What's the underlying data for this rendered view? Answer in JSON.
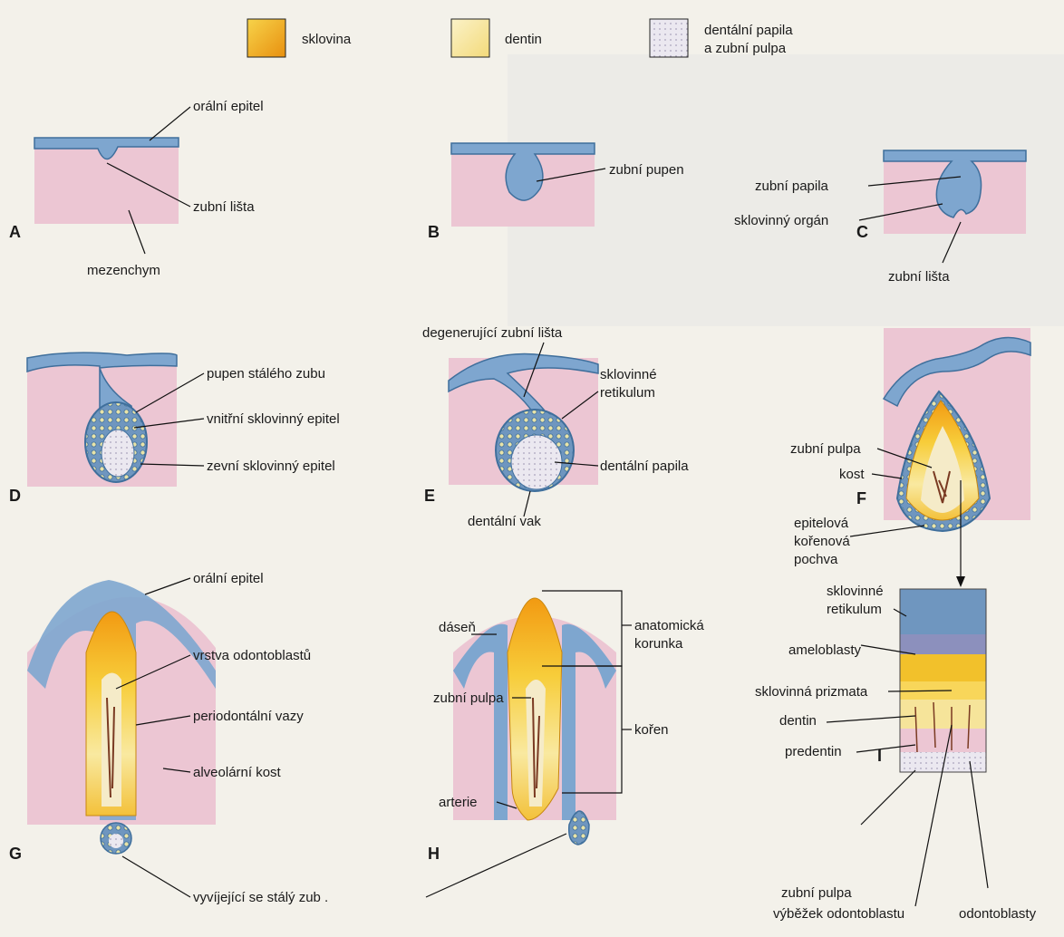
{
  "legend": {
    "enamel": "sklovina",
    "dentin": "dentin",
    "papilla_pulp_line1": "dentální papila",
    "papilla_pulp_line2": "a zubní pulpa"
  },
  "colors": {
    "epithelium": "#7ea6cf",
    "epithelium_dark": "#3f6f9c",
    "mesenchyme": "#ecc6d3",
    "enamel": "#f2b21c",
    "dentin": "#f7e6a2",
    "pulp": "#e9e6ee",
    "vessels": "#7a3a22",
    "background": "#f3f1ea"
  },
  "panels": {
    "A": {
      "letter": "A",
      "oral_epithelium": "orální epitel",
      "dental_lamina": "zubní lišta",
      "mesenchyme": "mezenchym"
    },
    "B": {
      "letter": "B",
      "tooth_bud": "zubní pupen"
    },
    "C": {
      "letter": "C",
      "dental_papilla": "zubní papila",
      "enamel_organ": "sklovinný orgán",
      "dental_lamina": "zubní lišta"
    },
    "D": {
      "letter": "D",
      "permanent_bud": "pupen stálého zubu",
      "inner_epithelium": "vnitřní sklovinný epitel",
      "outer_epithelium": "zevní sklovinný epitel"
    },
    "E": {
      "letter": "E",
      "degenerating_lamina": "degenerující zubní lišta",
      "reticulum_line1": "sklovinné",
      "reticulum_line2": "retikulum",
      "dental_papilla": "dentální papila",
      "dental_sac": "dentální vak"
    },
    "F": {
      "letter": "F",
      "pulp": "zubní pulpa",
      "bone": "kost",
      "sheath_line1": "epitelová",
      "sheath_line2": "kořenová",
      "sheath_line3": "pochva"
    },
    "G": {
      "letter": "G",
      "oral_epithelium": "orální epitel",
      "odontoblast_layer": "vrstva odontoblastů",
      "periodontal": "periodontální vazy",
      "alveolar_bone": "alveolární kost"
    },
    "H": {
      "letter": "H",
      "gingiva": "dáseň",
      "crown_line1": "anatomická",
      "crown_line2": "korunka",
      "pulp": "zubní pulpa",
      "root": "kořen",
      "artery": "arterie"
    },
    "I": {
      "letter": "I",
      "reticulum_line1": "sklovinné",
      "reticulum_line2": "retikulum",
      "ameloblasts": "ameloblasty",
      "prisms": "sklovinná prizmata",
      "dentin": "dentin",
      "predentin": "predentin",
      "pulp": "zubní pulpa",
      "process": "výběžek odontoblastu",
      "odontoblasts": "odontoblasty"
    },
    "shared": {
      "developing_permanent": "vyvíjející se stálý zub ."
    }
  }
}
